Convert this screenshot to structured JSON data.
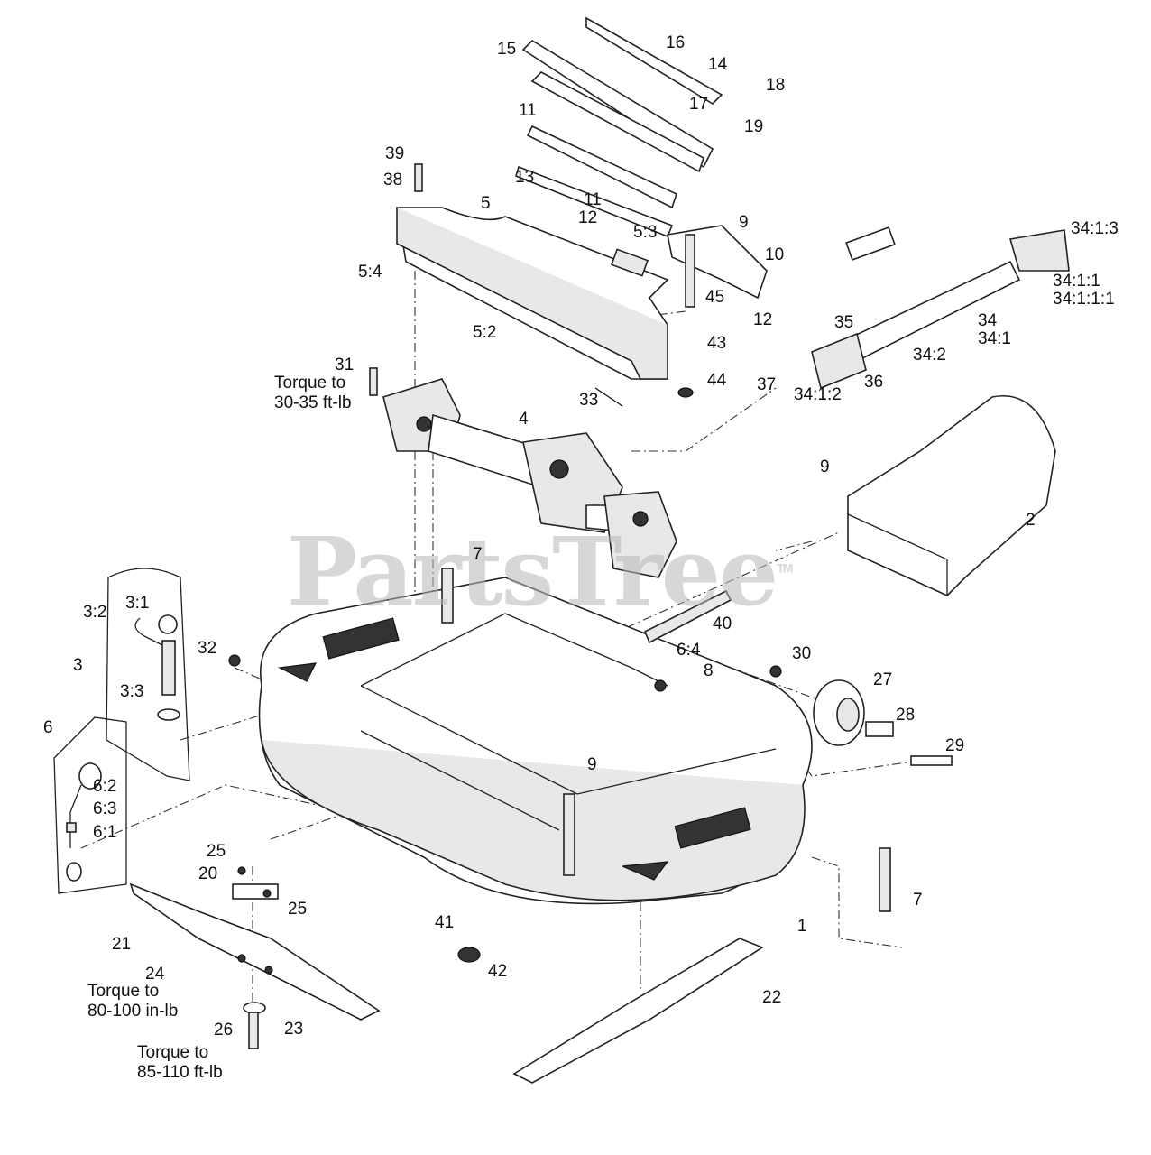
{
  "watermark": "PartsTree",
  "watermark_mark": "TM",
  "callouts": {
    "c1": "1",
    "c2": "2",
    "c3": "3",
    "c3_1": "3:1",
    "c3_2": "3:2",
    "c3_3": "3:3",
    "c4": "4",
    "c5": "5",
    "c5_2": "5:2",
    "c5_3": "5:3",
    "c5_4": "5:4",
    "c6": "6",
    "c6_1": "6:1",
    "c6_2": "6:2",
    "c6_3": "6:3",
    "c6_4": "6:4",
    "c7a": "7",
    "c7b": "7",
    "c8": "8",
    "c9a": "9",
    "c9b": "9",
    "c9c": "9",
    "c10": "10",
    "c11a": "11",
    "c11b": "11",
    "c12a": "12",
    "c12b": "12",
    "c13": "13",
    "c14": "14",
    "c15": "15",
    "c16": "16",
    "c17": "17",
    "c18": "18",
    "c19": "19",
    "c20": "20",
    "c21": "21",
    "c22": "22",
    "c23": "23",
    "c24": "24",
    "c25a": "25",
    "c25b": "25",
    "c26": "26",
    "c27": "27",
    "c28": "28",
    "c29": "29",
    "c30": "30",
    "c31": "31",
    "c32": "32",
    "c33": "33",
    "c34": "34",
    "c34_1": "34:1",
    "c34_1_1": "34:1:1",
    "c34_1_1_1": "34:1:1:1",
    "c34_1_2": "34:1:2",
    "c34_1_3": "34:1:3",
    "c34_2": "34:2",
    "c35": "35",
    "c36": "36",
    "c37": "37",
    "c38": "38",
    "c39": "39",
    "c40": "40",
    "c41": "41",
    "c42": "42",
    "c43": "43",
    "c44": "44",
    "c45": "45"
  },
  "notes": {
    "torque_31_l1": "Torque to",
    "torque_31_l2": "30-35 ft-lb",
    "torque_24_l1": "Torque to",
    "torque_24_l2": "80-100 in-lb",
    "torque_26_l1": "Torque to",
    "torque_26_l2": "85-110 ft-lb"
  }
}
